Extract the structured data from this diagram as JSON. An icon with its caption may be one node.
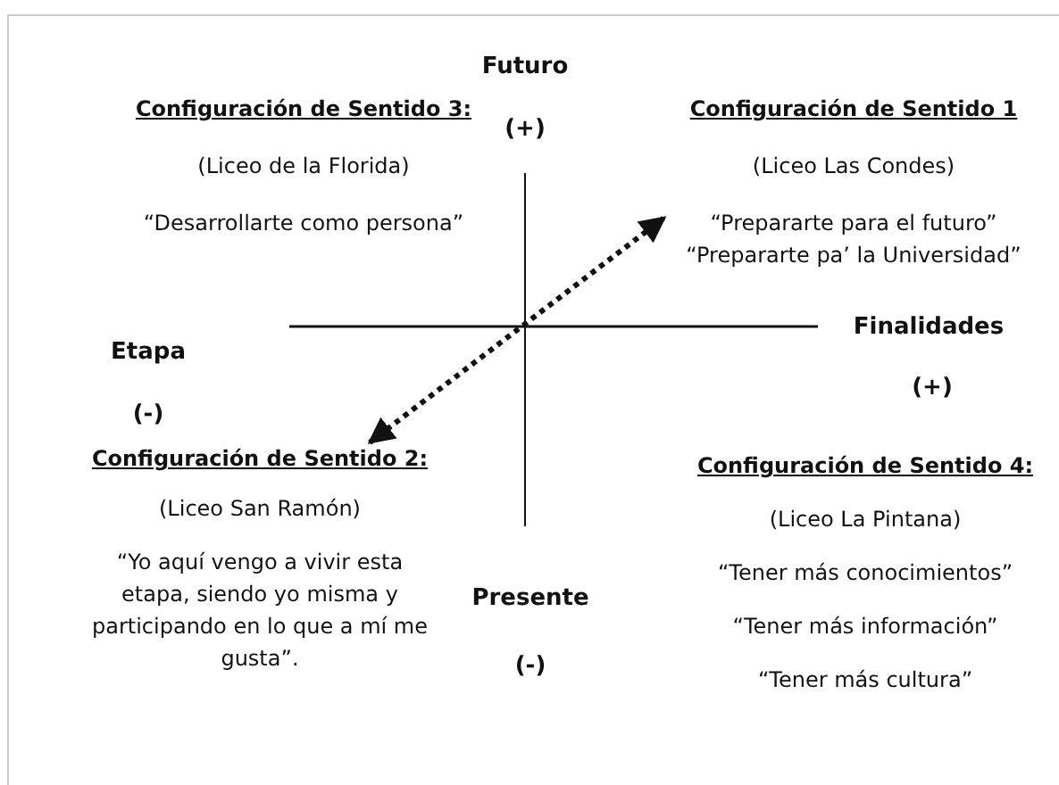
{
  "diagram": {
    "nodes": [
      {
        "text": [
          "Configuración de Sentido 3:",
          "(Liceo de la Florida)",
          "“Desarrollarte como persona”"
        ]
      },
      {
        "text": [
          "Configuración de Sentido 1",
          "(Liceo Las Condes)",
          "“Prepararte para el futuro”",
          "“Prepararte pa’ la Universidad”"
        ]
      },
      {
        "text": [
          "Configuración de Sentido 2:",
          "(Liceo San Ramón)",
          "“Yo aquí vengo a vivir esta etapa, siendo yo misma y participando en lo que a mí me gusta”."
        ]
      },
      {
        "text": [
          "Configuración de Sentido 4:",
          "(Liceo La Pintana)",
          "“Tener más conocimientos”",
          "“Tener más información”",
          "“Tener más cultura”"
        ]
      }
    ],
    "edges": [
      {
        "from": 2,
        "to": 1,
        "arrow": "both",
        "style": "dashed"
      }
    ],
    "labels": [
      "Futuro",
      "(+)",
      "Finalidades",
      "Etapa",
      "(+)",
      "(-)",
      "Presente",
      "(-)"
    ]
  }
}
